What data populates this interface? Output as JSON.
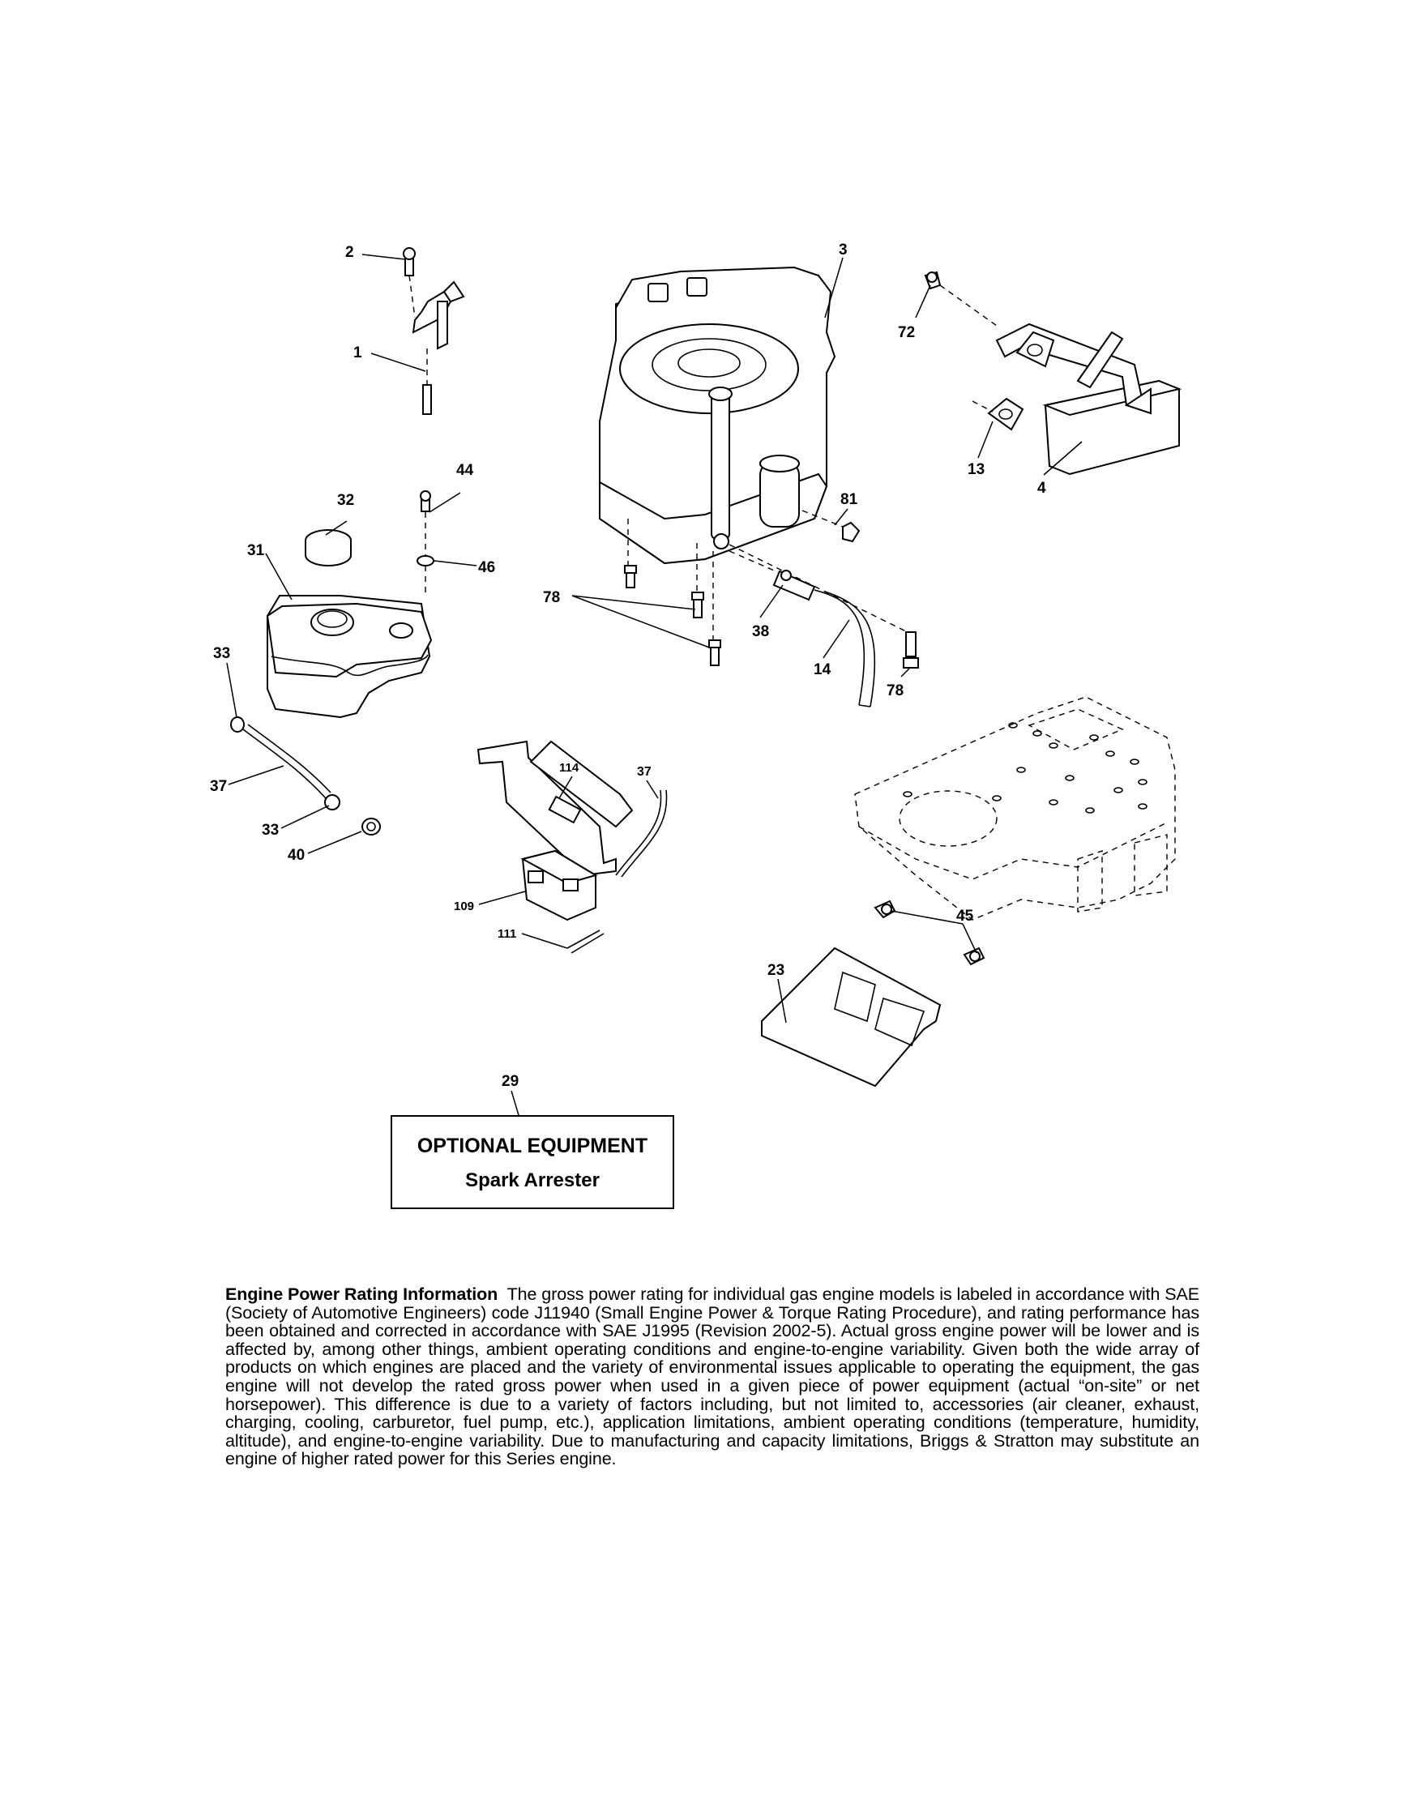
{
  "callouts": {
    "c1": "1",
    "c2": "2",
    "c3": "3",
    "c4": "4",
    "c13": "13",
    "c14": "14",
    "c23": "23",
    "c29": "29",
    "c31": "31",
    "c32": "32",
    "c33a": "33",
    "c33b": "33",
    "c37a": "37",
    "c37b": "37",
    "c38": "38",
    "c40": "40",
    "c44": "44",
    "c45": "45",
    "c46": "46",
    "c72": "72",
    "c78a": "78",
    "c78b": "78",
    "c81": "81",
    "c109": "109",
    "c111": "111",
    "c114": "114"
  },
  "optional_equipment": {
    "title": "OPTIONAL EQUIPMENT",
    "item": "Spark Arrester"
  },
  "engine_info": {
    "heading": "Engine Power Rating Information",
    "body": "The gross power rating for individual gas engine models is labeled in accordance with SAE (Society of Automotive Engineers) code J11940 (Small Engine Power & Torque Rating Procedure), and rating performance has been obtained and corrected in accordance with SAE J1995 (Revision 2002-5). Actual gross engine power will be lower and is affected by, among other things, ambient operating conditions and engine-to-engine variability. Given both the wide array of products on which engines are placed and the variety of environmental issues applicable to operating the equipment, the gas engine will not develop the rated gross power when used in a given piece of power equipment (actual “on-site” or net horsepower). This difference is due to a variety of factors including, but not limited to, accessories (air cleaner, exhaust, charging, cooling, carburetor, fuel pump, etc.), application limitations, ambient operating conditions (temperature, humidity, altitude), and engine-to-engine variability. Due to manufacturing and capacity limitations, Briggs & Stratton may substitute an engine of higher rated power for this Series engine."
  }
}
